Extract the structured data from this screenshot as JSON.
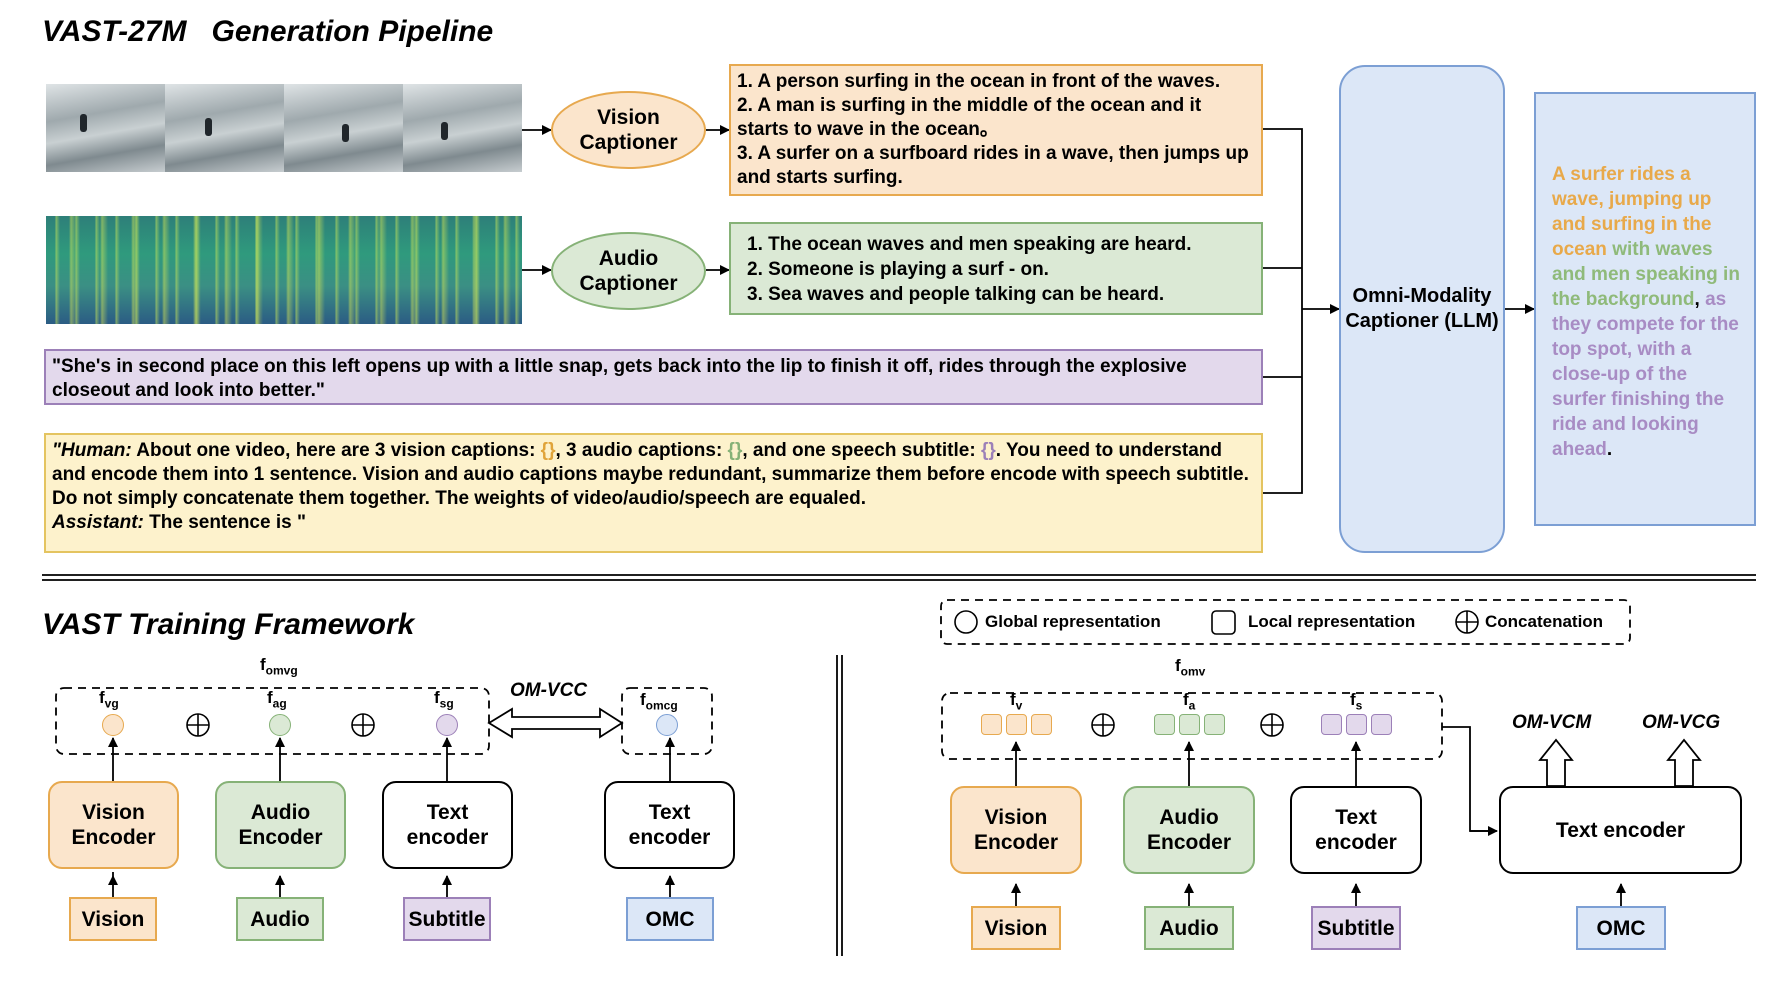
{
  "pipeline": {
    "title_name": "VAST-27M",
    "title_rest": "Generation Pipeline",
    "vision_captioner": "Vision Captioner",
    "audio_captioner": "Audio Captioner",
    "vision_captions": [
      "1. A person surfing in the ocean in front of the waves.",
      "2. A man is surfing in the middle of the ocean and it starts to wave in the ocean。",
      "3. A surfer on a surfboard rides in a wave, then jumps up and starts surfing."
    ],
    "audio_captions": [
      "1. The ocean waves and men speaking are heard.",
      "2. Someone is playing a surf - on.",
      "3. Sea waves and people talking can be heard."
    ],
    "subtitle": "\"She's in second place on this left opens up with a little snap, gets back into the lip to finish it off, rides through the explosive closeout and look into better.\"",
    "prompt": {
      "human_label": "\"Human:",
      "part1": " About one video, here are 3 vision captions: ",
      "brace": "{}",
      "part2": ", 3 audio captions: ",
      "part3": ", and one speech subtitle: ",
      "part4": ". You need to understand and encode them into 1 sentence. Vision and audio captions maybe redundant, summarize them before encode with speech subtitle. Do not simply concatenate them together. The weights of video/audio/speech are equaled.",
      "assistant_label": "Assistant:",
      "assistant_text": " The sentence is \""
    },
    "omni_captioner": "Omni-Modality Captioner (LLM)",
    "output_caption": {
      "vision_part": "A surfer rides a wave, jumping up and surfing in the ocean",
      "audio_part": " with waves and men speaking in the background",
      "comma": ",",
      "subtitle_part": " as they compete for the top spot, with a close-up of the surfer finishing the ride and looking ahead",
      "period": "."
    }
  },
  "training": {
    "title": "VAST Training Framework",
    "legend": {
      "global": "Global representation",
      "local": "Local representation",
      "concat": "Concatenation"
    },
    "left": {
      "f_omvg": {
        "base": "f",
        "sub": "omvg"
      },
      "f_vg": {
        "base": "f",
        "sub": "vg"
      },
      "f_ag": {
        "base": "f",
        "sub": "ag"
      },
      "f_sg": {
        "base": "f",
        "sub": "sg"
      },
      "f_omcg": {
        "base": "f",
        "sub": "omcg"
      },
      "om_vcc": "OM-VCC",
      "vision_encoder": "Vision Encoder",
      "audio_encoder": "Audio Encoder",
      "text_encoder": "Text encoder",
      "text_encoder_2": "Text encoder",
      "vision": "Vision",
      "audio": "Audio",
      "subtitle": "Subtitle",
      "omc": "OMC"
    },
    "right": {
      "f_omv": {
        "base": "f",
        "sub": "omv"
      },
      "f_v": {
        "base": "f",
        "sub": "v"
      },
      "f_a": {
        "base": "f",
        "sub": "a"
      },
      "f_s": {
        "base": "f",
        "sub": "s"
      },
      "om_vcm": "OM-VCM",
      "om_vcg": "OM-VCG",
      "vision_encoder": "Vision Encoder",
      "audio_encoder": "Audio Encoder",
      "text_encoder": "Text encoder",
      "text_encoder_2": "Text encoder",
      "vision": "Vision",
      "audio": "Audio",
      "subtitle": "Subtitle",
      "omc": "OMC"
    }
  },
  "colors": {
    "vision": "#fbe5cc",
    "audio": "#dbe9d5",
    "subtitle": "#e3d9ec",
    "prompt": "#fdf2cc",
    "omc": "#dce7f7"
  }
}
